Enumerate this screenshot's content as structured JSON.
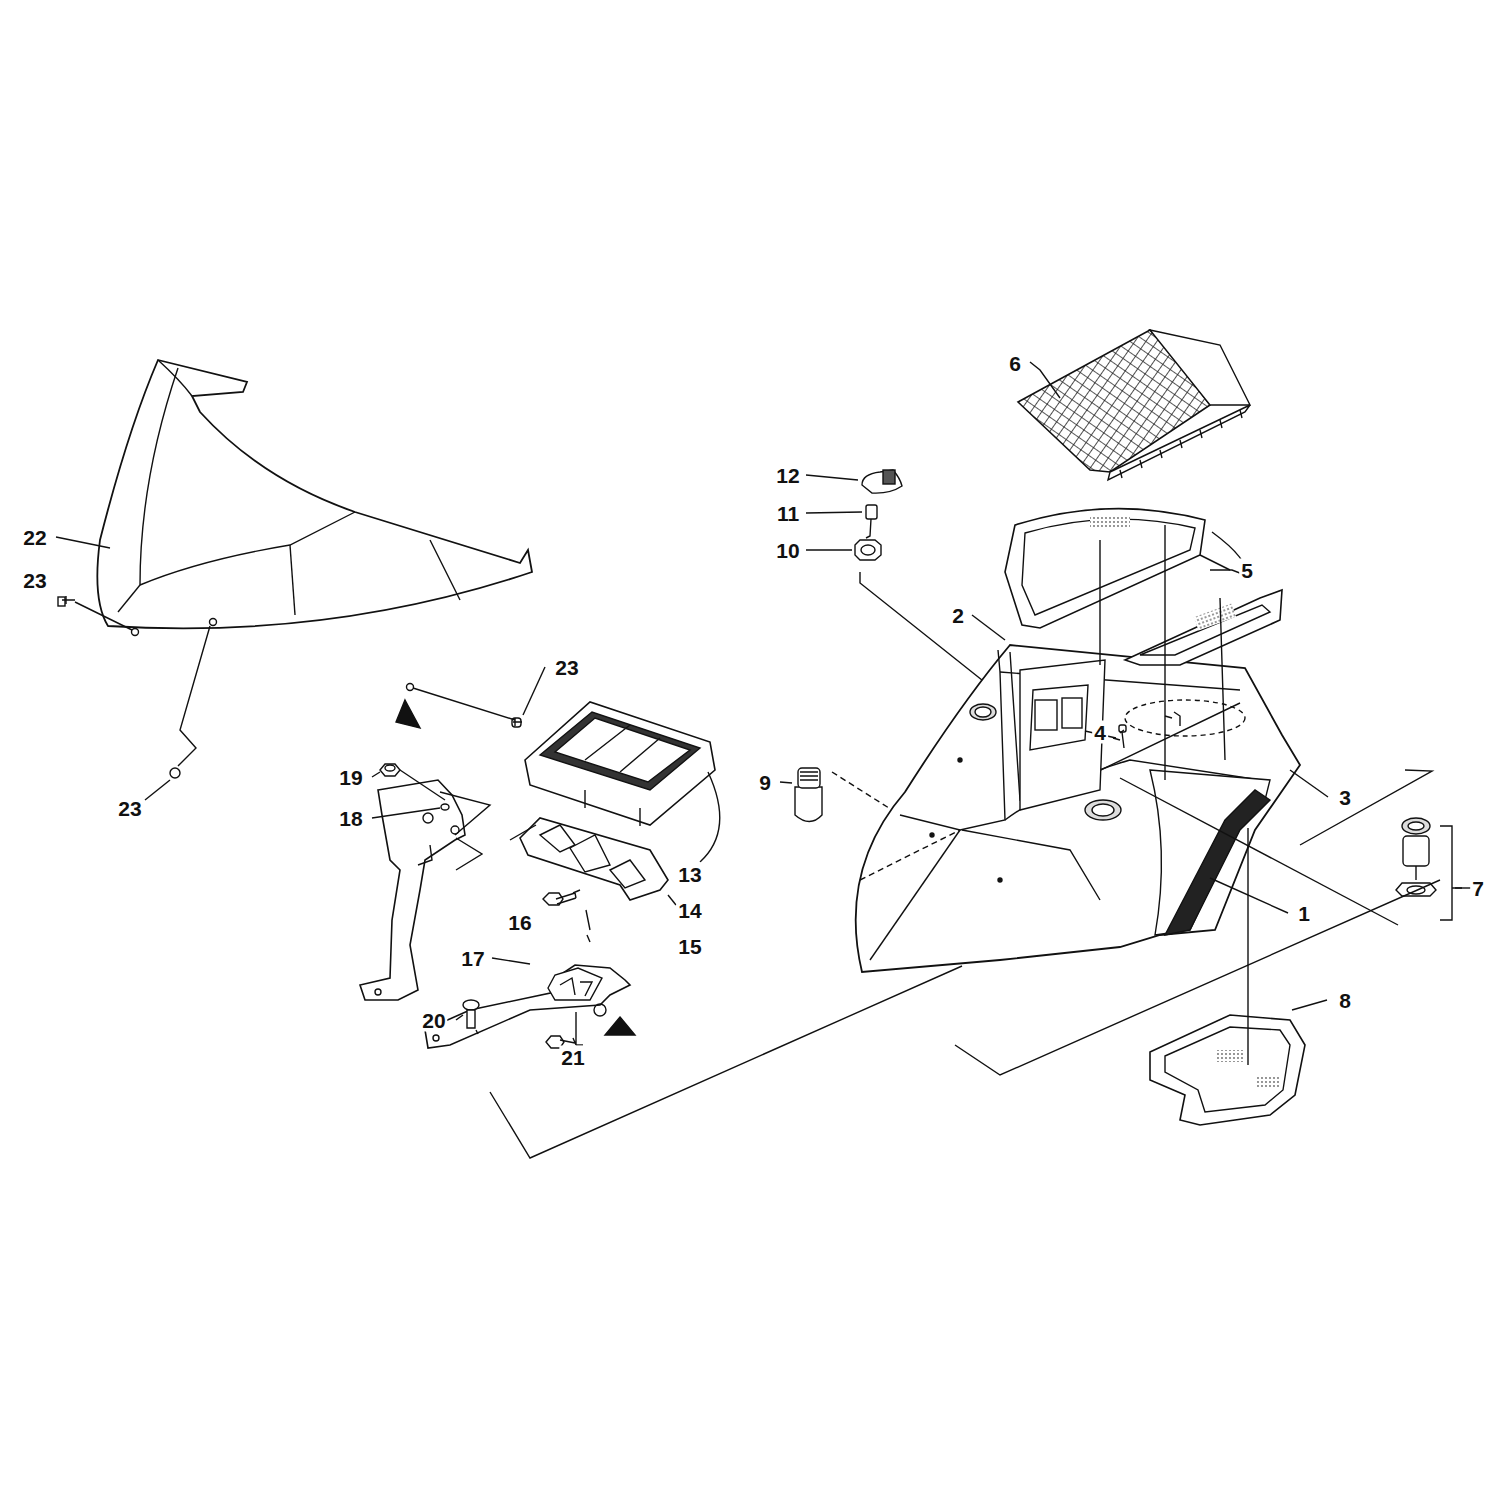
{
  "diagram": {
    "labels": [
      "6",
      "12",
      "11",
      "10",
      "22",
      "23",
      "2",
      "5",
      "23",
      "4",
      "19",
      "9",
      "3",
      "18",
      "23",
      "13",
      "7",
      "14",
      "1",
      "16",
      "15",
      "17",
      "8",
      "20",
      "21"
    ]
  }
}
